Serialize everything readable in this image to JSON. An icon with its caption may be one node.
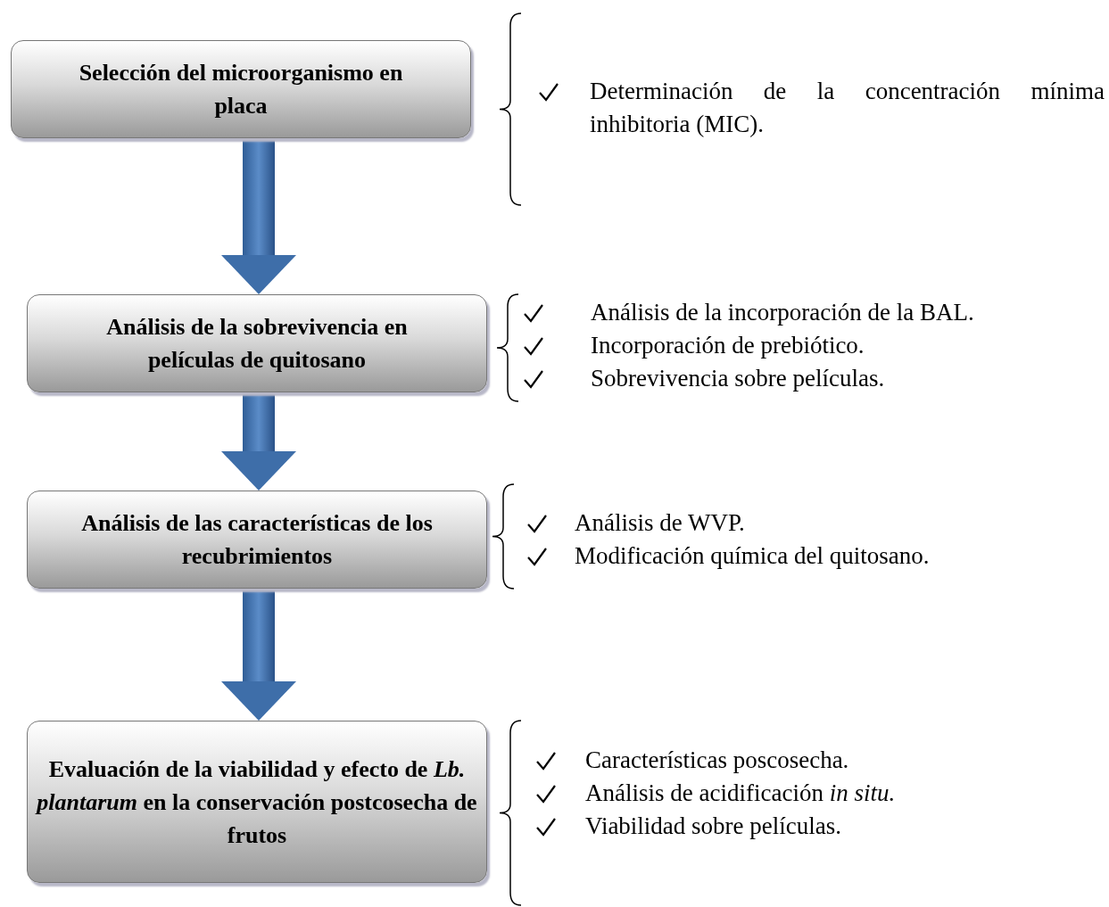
{
  "diagram": {
    "nodes": [
      {
        "text": [
          "Selección del microorganismo en placa"
        ]
      },
      {
        "text": [
          "Análisis de la sobrevivencia en películas de quitosano"
        ],
        "beside": [
          "Análisis de la incorporación de la BAL.",
          "Incorporación de prebiótico.",
          "Sobrevivencia sobre películas."
        ]
      },
      {
        "text": [
          "Análisis de las características de los recubrimientos"
        ],
        "beside": [
          "Análisis de WVP.",
          "Modificación química del quitosano."
        ]
      },
      {
        "text": [
          "Evaluación de la viabilidad y efecto de *Lb. plantarum* en la conservación postcosecha de frutos"
        ],
        "beside": [
          "Características poscosecha.",
          "Análisis de acidificación *in situ.*",
          "Viabilidad sobre películas."
        ]
      }
    ],
    "edges": [
      {
        "from": 0,
        "to": 1,
        "arrow": "to"
      },
      {
        "from": 1,
        "to": 2,
        "arrow": "to"
      },
      {
        "from": 2,
        "to": 3,
        "arrow": "to"
      }
    ],
    "labels": [
      "Determinación de la concentración mínima inhibitoria (MIC)."
    ]
  }
}
